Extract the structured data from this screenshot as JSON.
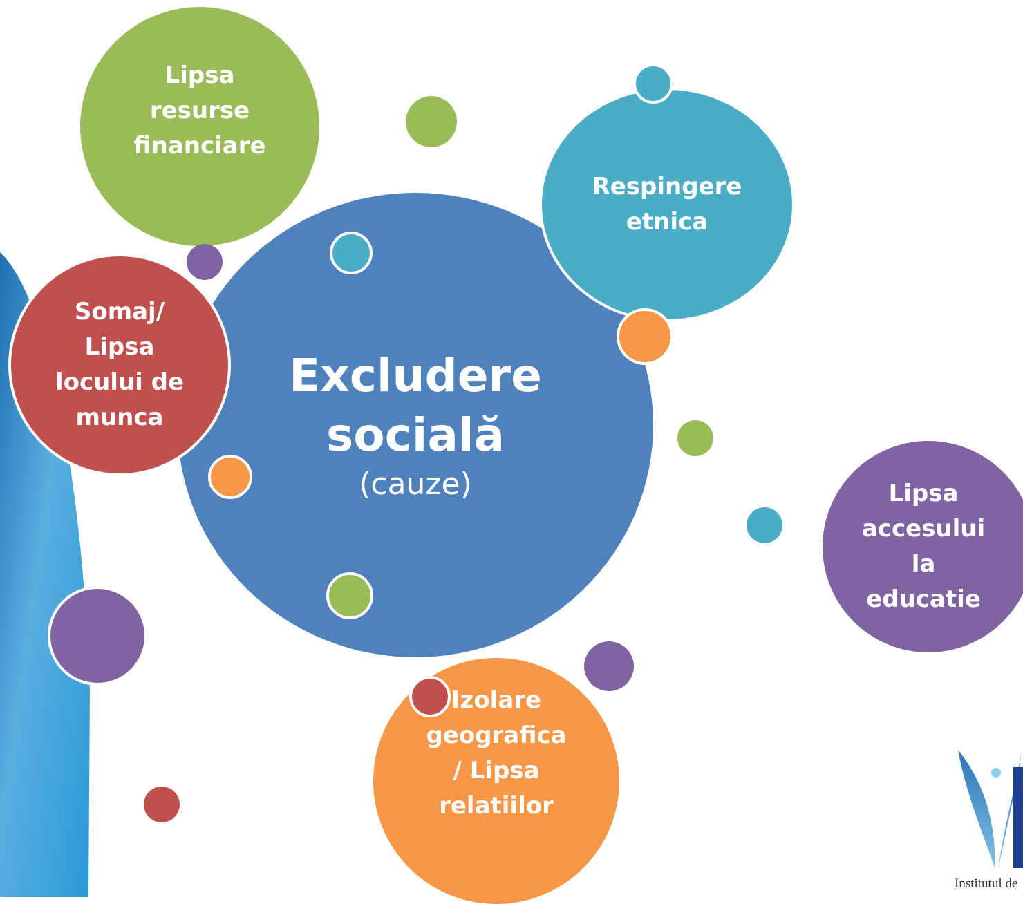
{
  "center": {
    "title_lines": [
      "Excludere",
      "socială"
    ],
    "subtitle": "(cauze)"
  },
  "causes": [
    {
      "lines": [
        "Lipsa",
        "resurse",
        "financiare"
      ],
      "color": "#9BBB59"
    },
    {
      "lines": [
        "Respingere",
        "etnica"
      ],
      "color": "#4BACC6"
    },
    {
      "lines": [
        "Somaj/",
        "Lipsa",
        "locului de",
        "munca"
      ],
      "color": "#C0504D"
    },
    {
      "lines": [
        "Lipsa",
        "accesului",
        "la",
        "educatie"
      ],
      "color": "#8064A2"
    },
    {
      "lines": [
        "Izolare",
        "geografica",
        "/ Lipsa",
        "relatiilor"
      ],
      "color": "#F79646"
    }
  ],
  "colors": {
    "center": "#4F81BD",
    "green": "#9BBB59",
    "teal": "#4BACC6",
    "red": "#C0504D",
    "purple": "#8064A2",
    "orange": "#F79646"
  },
  "logo": {
    "caption": "Institutul de"
  }
}
